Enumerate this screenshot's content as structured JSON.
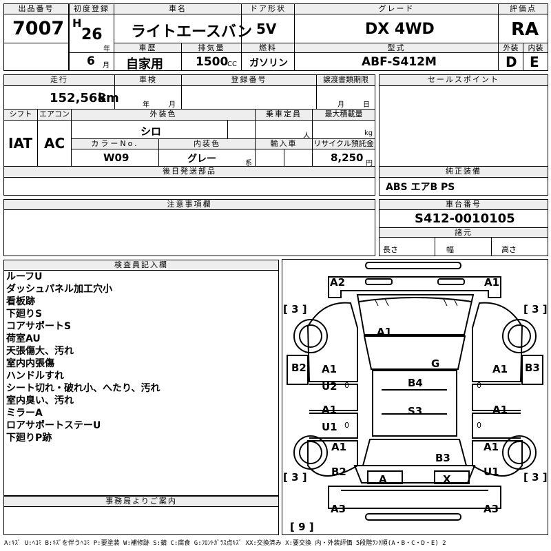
{
  "header": {
    "lot_no_label": "出品番号",
    "lot_no": "7007",
    "first_reg_label": "初度登録",
    "era": "H",
    "year": "26",
    "year_unit": "年",
    "month": "6",
    "month_unit": "月",
    "car_name_label": "車名",
    "car_name": "ライトエースバン",
    "door_label": "ドア形状",
    "door": "5V",
    "grade_label": "グレード",
    "grade": "DX 4WD",
    "score_label": "評価点",
    "score": "RA",
    "history_label": "車歴",
    "history": "自家用",
    "displacement_label": "排気量",
    "displacement": "1500",
    "displacement_unit": "CC",
    "fuel_label": "燃料",
    "fuel": "ガソリン",
    "model_label": "型式",
    "model": "ABF-S412M",
    "ext_label": "外装",
    "ext": "D",
    "int_label": "内装",
    "int": "E"
  },
  "row2": {
    "mileage_label": "走行",
    "mileage": "152,568",
    "mileage_unit": "km",
    "inspection_label": "車検",
    "insp_year": "年",
    "insp_month": "月",
    "reg_no_label": "登録番号",
    "transfer_label": "譲渡書類期限",
    "transfer_month": "月",
    "transfer_day": "日",
    "sales_point_label": "セールスポイント",
    "shift_label": "シフト",
    "shift": "IAT",
    "ac_label": "エアコン",
    "ac": "AC",
    "color_label": "外装色",
    "color": "シロ",
    "capacity_label": "乗車定員",
    "capacity_unit": "人",
    "load_label": "最大積載量",
    "load_unit": "kg",
    "color_no_label": "カラーNo.",
    "color_no": "W09",
    "interior_color_label": "内装色",
    "interior_color": "グレー",
    "interior_suffix": "系",
    "import_label": "輸入車",
    "recycle_label": "リサイクル預託金",
    "recycle": "8,250",
    "recycle_unit": "円",
    "later_parts_label": "後日発送部品",
    "equipment_label": "純正装備",
    "equipment": "ABS エアB PS"
  },
  "notice_label": "注意事項欄",
  "chassis": {
    "label": "車台番号",
    "value": "S412-0010105",
    "specs_label": "諸元",
    "length": "長さ",
    "width": "幅",
    "height": "高さ"
  },
  "inspector": {
    "label": "検査員記入欄",
    "notes": [
      "ルーフU",
      "ダッシュパネル加工穴小",
      "看板跡",
      "下廻りS",
      "コアサポートS",
      "荷室AU",
      "天張傷大、汚れ",
      "室内内張傷",
      "ハンドルすれ",
      "シート切れ・破れ小、へたり、汚れ",
      "室内臭い、汚れ",
      "ミラーA",
      "ロアサポートステーU",
      "下廻りP跡"
    ]
  },
  "office_label": "事務局よりご案内",
  "legend": "A:ｷｽﾞ U:ﾍｺﾐ B:ｷｽﾞを伴うﾍｺﾐ P:要塗装 W:補修跡 S:錆 C:腐食 G:ﾌﾛﾝﾄｶﾞﾗｽ点ｷｽﾞ XX:交換済み X:要交換 内・外装評価 5段階ﾗﾝｸ順(A・B・C・D・E) 2",
  "diagram": {
    "tire_front_left": "[ 3 ]",
    "tire_front_right": "[ 3 ]",
    "tire_rear_left": "[ 3 ]",
    "tire_rear_right": "[ 3 ]",
    "spare_tire": "[ 9 ]",
    "marks": {
      "front_bumper_left": "A2",
      "front_bumper_right": "A1",
      "hood": "A1",
      "windshield": "G",
      "left_front_fender": "B2",
      "right_front_fender": "B3",
      "left_front_door_a": "A1",
      "left_front_door_u": "U2",
      "left_front_door_zero": "0",
      "right_front_door": "A1",
      "right_front_door_zero": "0",
      "roof": "B4",
      "roof_rust": "S3",
      "left_rear_door_a": "A1",
      "left_rear_door_u": "U1",
      "left_rear_door_zero": "0",
      "right_rear_door": "A1",
      "right_rear_door_zero": "0",
      "left_quarter_a": "A1",
      "left_quarter_b": "B2",
      "right_quarter_a": "A1",
      "right_quarter_u": "U1",
      "back_door": "B3",
      "lamp_left": "A",
      "lamp_right": "X",
      "rear_bumper_left": "A3",
      "rear_bumper_right": "A3"
    }
  }
}
